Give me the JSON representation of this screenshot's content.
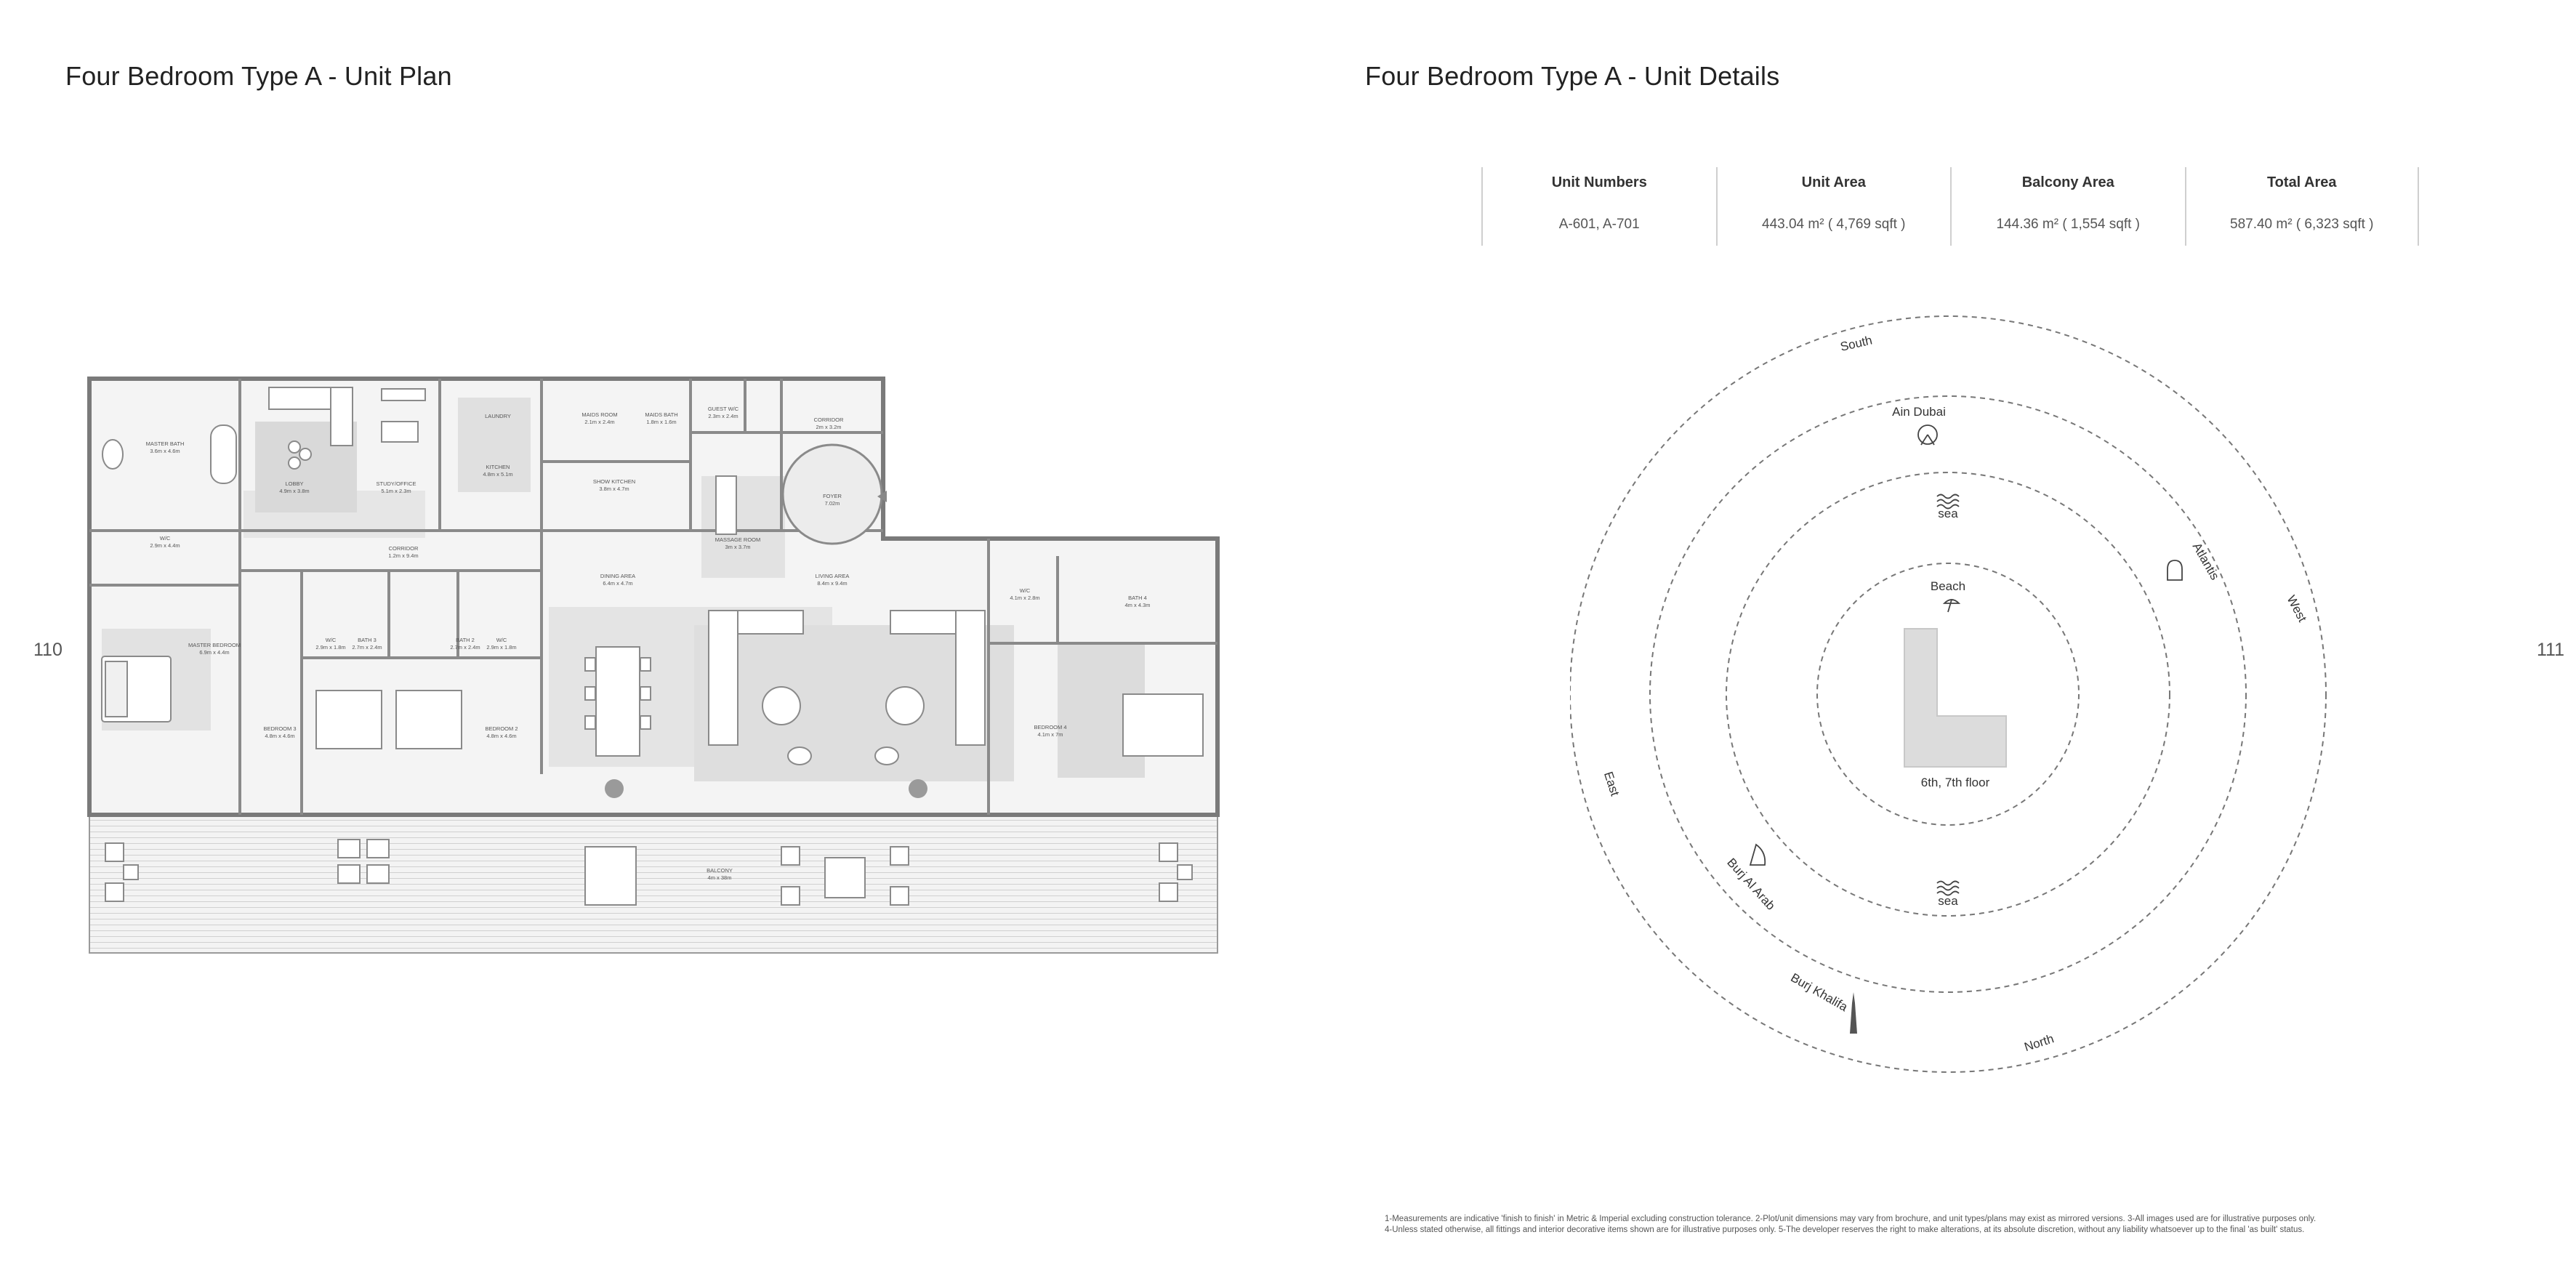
{
  "page_left": {
    "title": "Four Bedroom Type A - Unit Plan",
    "page_number": "110",
    "rooms": [
      {
        "name": "MASTER BATH",
        "size": "3.6m x 4.6m"
      },
      {
        "name": "W/C",
        "size": "2.9m x 4.4m"
      },
      {
        "name": "MASTER BEDROOM",
        "size": "6.9m x 4.4m"
      },
      {
        "name": "LOBBY",
        "size": "4.9m x 3.8m"
      },
      {
        "name": "STUDY/OFFICE",
        "size": "5.1m x 2.3m"
      },
      {
        "name": "CORRIDOR",
        "size": "1.2m x 9.4m"
      },
      {
        "name": "LAUNDRY",
        "size": ""
      },
      {
        "name": "KITCHEN",
        "size": "4.8m x 5.1m"
      },
      {
        "name": "MAIDS ROOM",
        "size": "2.1m x 2.4m"
      },
      {
        "name": "MAIDS BATH",
        "size": "1.8m x 1.6m"
      },
      {
        "name": "GUEST W/C",
        "size": "2.3m x 2.4m"
      },
      {
        "name": "CORRIDOR",
        "size": "2m x 3.2m"
      },
      {
        "name": "SHOW KITCHEN",
        "size": "3.8m x 4.7m"
      },
      {
        "name": "MASSAGE ROOM",
        "size": "3m x 3.7m"
      },
      {
        "name": "FOYER",
        "size": "7.02m"
      },
      {
        "name": "DINING AREA",
        "size": "6.4m x 4.7m"
      },
      {
        "name": "LIVING AREA",
        "size": "8.4m x 9.4m"
      },
      {
        "name": "W/C",
        "size": "2.9m x 1.8m"
      },
      {
        "name": "BATH 3",
        "size": "2.7m x 2.4m"
      },
      {
        "name": "BATH 2",
        "size": "2.7m x 2.4m"
      },
      {
        "name": "W/C",
        "size": "2.9m x 1.8m"
      },
      {
        "name": "BEDROOM 3",
        "size": "4.8m x 4.6m"
      },
      {
        "name": "BEDROOM 2",
        "size": "4.8m x 4.6m"
      },
      {
        "name": "W/C",
        "size": "4.1m x 2.8m"
      },
      {
        "name": "BATH 4",
        "size": "4m x 4.3m"
      },
      {
        "name": "BEDROOM 4",
        "size": "4.1m x 7m"
      },
      {
        "name": "BALCONY",
        "size": "4m x 38m"
      }
    ]
  },
  "page_right": {
    "title": "Four Bedroom Type A - Unit Details",
    "page_number": "111",
    "details": {
      "headers": [
        "Unit Numbers",
        "Unit Area",
        "Balcony Area",
        "Total Area"
      ],
      "values": [
        "A-601, A-701",
        "443.04 m² ( 4,769 sqft )",
        "144.36 m² ( 1,554 sqft )",
        "587.40 m² ( 6,323 sqft )"
      ]
    },
    "orientation": {
      "compass": {
        "south": "South",
        "west": "West",
        "north": "North",
        "east": "East"
      },
      "landmarks": {
        "ain_dubai": "Ain Dubai",
        "sea_top": "sea",
        "atlantis": "Atlantis",
        "beach": "Beach",
        "floor": "6th, 7th floor",
        "sea_bottom": "sea",
        "burj_al_arab": "Burj Al Arab",
        "burj_khalifa": "Burj Khalifa"
      }
    },
    "footnotes": [
      "1-Measurements are indicative 'finish to finish' in Metric & Imperial excluding construction tolerance. 2-Plot/unit dimensions may vary from brochure, and unit types/plans may exist as mirrored versions. 3-All images used are for illustrative purposes only.",
      "4-Unless stated otherwise, all fittings and interior decorative items shown are for illustrative purposes only. 5-The developer reserves the right to make alterations, at its absolute discretion, without any liability whatsoever up to the final 'as built' status."
    ]
  },
  "colors": {
    "text": "#2b2b2b",
    "wall": "#7a7a7a",
    "floor_light": "#ececec",
    "floor_dark": "#d9d9d9",
    "dashed_ring": "#777777"
  },
  "icons": [
    "ferris-wheel-icon",
    "waves-icon",
    "atlantis-icon",
    "beach-umbrella-icon",
    "sail-hotel-icon",
    "tower-icon"
  ]
}
